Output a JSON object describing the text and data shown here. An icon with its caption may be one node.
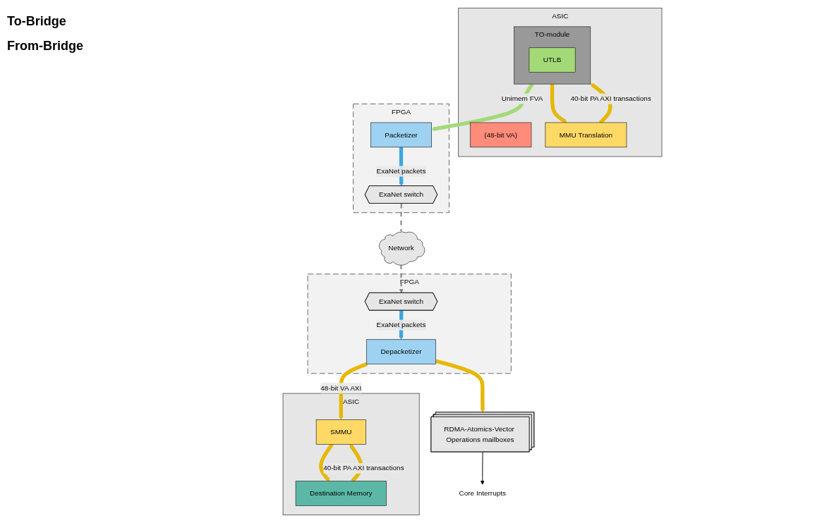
{
  "diagram": {
    "nodes": [
      {
        "text": [
          "ASIC"
        ]
      },
      {
        "text": [
          "(48-bit VA)"
        ],
        "in": 0
      },
      {
        "text": [
          "MMU Translation"
        ],
        "in": 0
      },
      {
        "text": [
          "TO-module"
        ],
        "in": 0
      },
      {
        "text": [
          "UTLB"
        ],
        "in": 3
      },
      {
        "text": [
          "FPGA"
        ]
      },
      {
        "text": [
          "Packetizer"
        ],
        "in": 5
      },
      {
        "text": [
          "ExaNet switch"
        ],
        "in": 5
      },
      {
        "text": [
          "Network"
        ]
      },
      {
        "text": [
          "ASIC"
        ]
      },
      {
        "text": [
          "Destination Memory"
        ],
        "in": 9
      },
      {
        "text": [
          "SMMU"
        ],
        "in": 9
      },
      {
        "text": [
          "FPGA"
        ]
      },
      {
        "text": [
          "Depacketizer"
        ],
        "in": 12
      },
      {
        "text": [
          "ExaNet switch"
        ],
        "in": 12
      },
      {
        "text": [
          "RDMA-Atomics-Vector Operations mailboxes"
        ]
      },
      {
        "text": [
          "Core Interrupts"
        ]
      }
    ],
    "edges": [
      {
        "from": 3,
        "to": 2,
        "arrow": "to"
      },
      {
        "from": 2,
        "to": 3,
        "arrow": "to",
        "label": "40-bit PA AXI transactions"
      },
      {
        "from": 3,
        "to": 6,
        "arrow": "to",
        "label": "Unimem FVA",
        "color": "#a3d977"
      },
      {
        "from": 6,
        "to": 7,
        "arrow": "to",
        "label": "ExaNet packets",
        "color": "#3ea8de"
      },
      {
        "from": 7,
        "to": 8,
        "arrow": "none",
        "style": "dashed",
        "color": "#808080"
      },
      {
        "from": 8,
        "to": 14,
        "arrow": "to",
        "style": "dashed",
        "color": "#808080"
      },
      {
        "from": 14,
        "to": 13,
        "arrow": "to",
        "label": "ExaNet packets",
        "color": "#3ea8de"
      },
      {
        "from": 13,
        "to": 11,
        "arrow": "to",
        "label": "48-bit VA AXI"
      },
      {
        "from": 11,
        "to": 10,
        "arrow": "to"
      },
      {
        "from": 10,
        "to": 11,
        "arrow": "to",
        "label": "40-bit PA AXI transactions"
      },
      {
        "from": 13,
        "to": 15,
        "arrow": "to"
      },
      {
        "from": 15,
        "to": 16,
        "arrow": "to",
        "color": "#000000"
      }
    ],
    "labels": [
      "To-Bridge",
      "From-Bridge"
    ]
  }
}
